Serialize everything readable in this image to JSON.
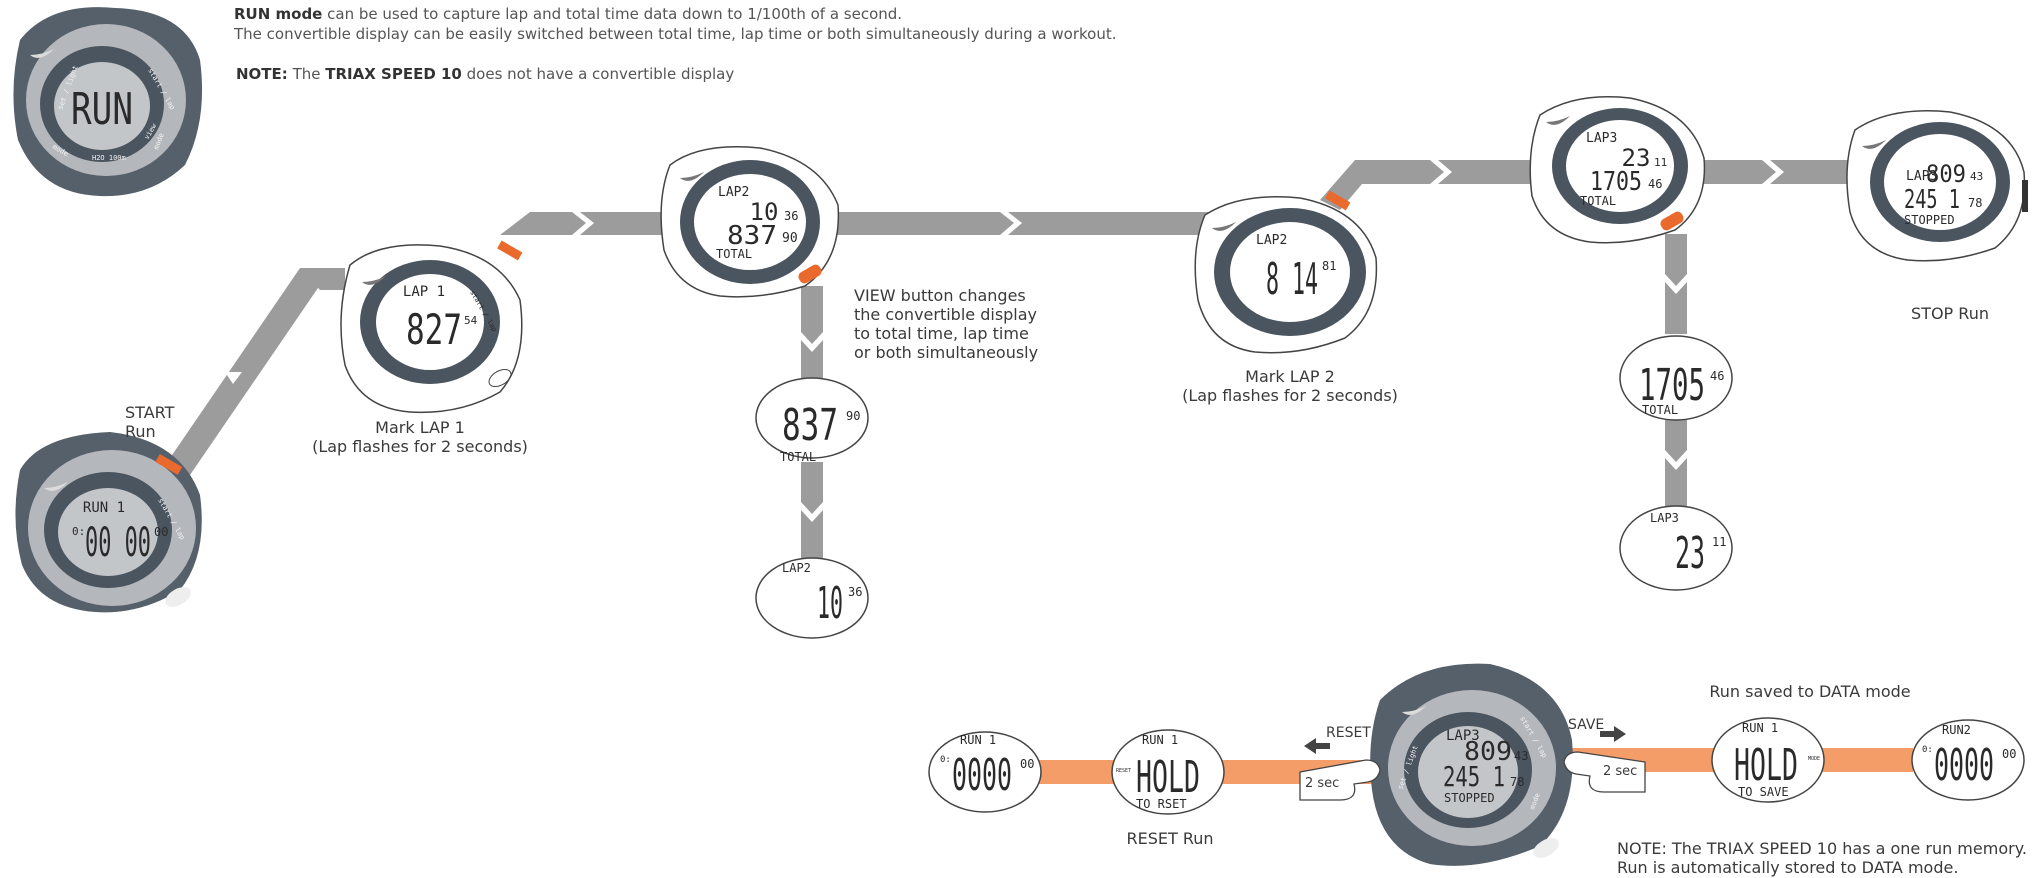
{
  "colors": {
    "track_gray": "#9c9c9c",
    "track_orange": "#f59d68",
    "button_orange": "#e96a2c",
    "bezel_dark": "#56606a",
    "face_ring": "#4a5560",
    "screen_gray": "#b8bcbf"
  },
  "intro": {
    "line1_bold": "RUN mode",
    "line1_rest": "can be used to capture lap and total time data down to 1/100th of a second.",
    "line2": "The convertible display can be easily switched between total time, lap time or both simultaneously during a workout.",
    "note_label": "NOTE:",
    "note_pre": "The",
    "note_bold": "TRIAX SPEED 10",
    "note_post": "does not have a convertible display"
  },
  "watches": {
    "run_mode": {
      "main": "RUN",
      "bezel_left": "set / light",
      "bezel_top": "start / lap",
      "bezel_right": "mode",
      "bezel_bottom_left": "mode",
      "bezel_bottom": "H2O 100m",
      "bezel_bottom_right": "view"
    },
    "start": {
      "line1": "RUN  1",
      "prefix": "0:",
      "main": "00 00",
      "small": "00",
      "bezel_top": "start / lap"
    },
    "lap1": {
      "line1": "LAP 1",
      "main": "827",
      "small": "54",
      "bezel_top": "start / lap"
    },
    "lap2_both": {
      "line1": "LAP2",
      "lap_main": "10",
      "lap_small": "36",
      "total_main": "837",
      "total_small": "90",
      "line3": "TOTAL"
    },
    "total_only_1": {
      "main": "837",
      "small": "90",
      "label": "TOTAL"
    },
    "lap_only_1": {
      "label": "LAP2",
      "main": "10",
      "small": "36"
    },
    "mark_lap2": {
      "line1": "LAP2",
      "main": "8 14",
      "small": "81"
    },
    "lap3_both": {
      "line1": "LAP3",
      "lap_main": "23",
      "lap_small": "11",
      "total_main": "1705",
      "total_small": "46",
      "line3": "TOTAL"
    },
    "total_only_2": {
      "main": "1705",
      "small": "46",
      "label": "TOTAL"
    },
    "lap_only_2": {
      "label": "LAP3",
      "main": "23",
      "small": "11"
    },
    "stopped": {
      "line1": "LAP3",
      "lap_main": "809",
      "lap_small": "43",
      "total_main": "245 1",
      "total_small": "78",
      "line3": "STOPPED"
    },
    "reset_result": {
      "line1": "RUN 1",
      "prefix": "0:",
      "main": "0000",
      "small": "00"
    },
    "hold_reset": {
      "line1": "RUN 1",
      "main": "HOLD",
      "line3": "TO RSET",
      "side": "RESET"
    },
    "center_stopped": {
      "line1": "LAP3",
      "lap_main": "809",
      "lap_small": "43",
      "total_main": "245 1",
      "total_small": "78",
      "line3": "STOPPED",
      "bezel_left": "set / light",
      "bezel_top": "start / lap",
      "bezel_right": "mode"
    },
    "hold_save": {
      "line1": "RUN 1",
      "main": "HOLD",
      "line3": "TO SAVE",
      "side": "MODE"
    },
    "saved_result": {
      "line1": "RUN2",
      "prefix": "0:",
      "main": "0000",
      "small": "00"
    }
  },
  "captions": {
    "start": [
      "START",
      "Run"
    ],
    "mark_lap1": [
      "Mark LAP 1",
      "(Lap flashes for 2 seconds)"
    ],
    "view_button": [
      "VIEW button changes",
      "the convertible display",
      "to total time, lap time",
      "or both simultaneously"
    ],
    "mark_lap2": [
      "Mark LAP 2",
      "(Lap flashes for 2 seconds)"
    ],
    "stop_run": "STOP Run",
    "reset_arrow": "RESET",
    "save_arrow": "SAVE",
    "reset_hold": "2 sec",
    "save_hold": "2 sec",
    "reset_run": "RESET Run",
    "run_saved": "Run saved to DATA mode",
    "bottom_note": [
      "NOTE: The TRIAX SPEED 10 has a one run memory.",
      "Run is automatically stored to DATA mode."
    ]
  }
}
